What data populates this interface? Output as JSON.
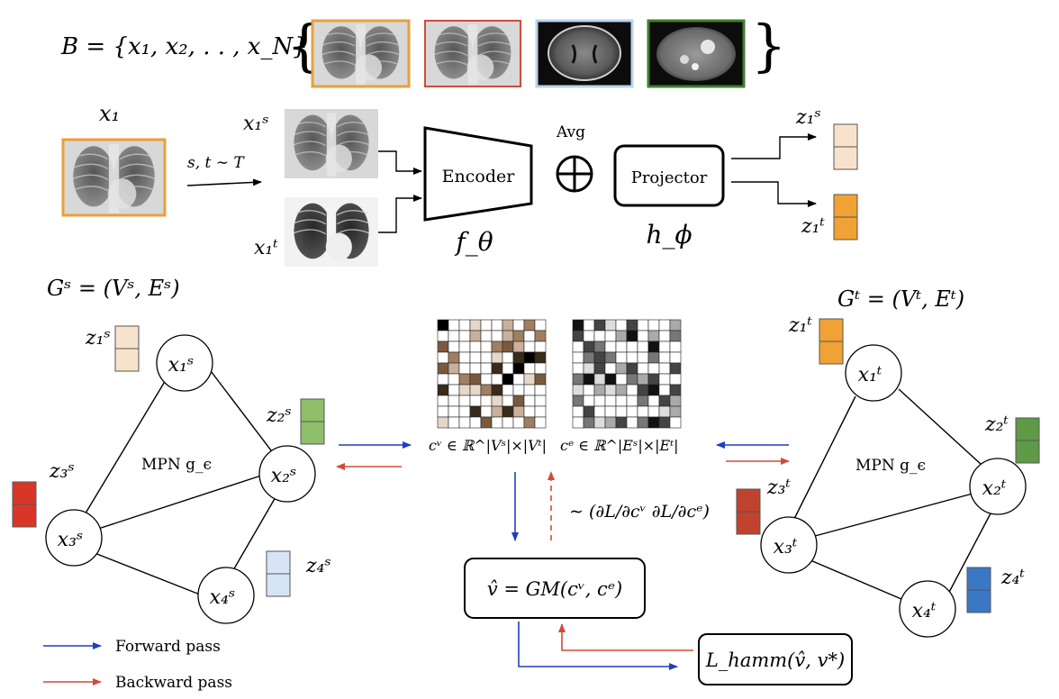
{
  "batch": {
    "label_math": "B = {x₁, x₂, . . , x_N}",
    "thumbs": [
      {
        "kind": "chest x-ray",
        "border": "#e8a03a"
      },
      {
        "kind": "chest x-ray",
        "border": "#d04b3c"
      },
      {
        "kind": "brain MRI",
        "border": "#b9d3ec"
      },
      {
        "kind": "abdominal CT",
        "border": "#3f7f2f"
      }
    ]
  },
  "pipeline": {
    "x1_label": "x₁",
    "aug_label": "s, t ∼ T",
    "xs_label": "x₁ˢ",
    "xt_label": "x₁ᵗ",
    "encoder_label": "Encoder",
    "encoder_fn": "f_θ",
    "avg_label": "Avg",
    "projector_label": "Projector",
    "projector_fn": "h_ϕ",
    "zs_label": "z₁ˢ",
    "zt_label": "z₁ᵗ"
  },
  "graph_s": {
    "title": "Gˢ = (Vˢ, Eˢ)",
    "mpn_label": "MPN g_ϵ",
    "nodes": [
      "x₁ˢ",
      "x₂ˢ",
      "x₃ˢ",
      "x₄ˢ"
    ],
    "embeds": [
      "z₁ˢ",
      "z₂ˢ",
      "z₃ˢ",
      "z₄ˢ"
    ],
    "colors": [
      "#f7e3cc",
      "#8fbf6a",
      "#d9362a",
      "#d6e4f3"
    ]
  },
  "graph_t": {
    "title": "Gᵗ = (Vᵗ, Eᵗ)",
    "mpn_label": "MPN g_ϵ",
    "nodes": [
      "x₁ᵗ",
      "x₂ᵗ",
      "x₃ᵗ",
      "x₄ᵗ"
    ],
    "embeds": [
      "z₁ᵗ",
      "z₂ᵗ",
      "z₃ᵗ",
      "z₄ᵗ"
    ],
    "colors": [
      "#f0a234",
      "#5f9a47",
      "#c0432e",
      "#3b78c4"
    ]
  },
  "center": {
    "cv_label": "cᵛ ∈ ℝ^|Vˢ|×|Vᵗ|",
    "ce_label": "cᵉ ∈ ℝ^|Eˢ|×|Eᵗ|",
    "grad_label": "∼ (∂L/∂cᵛ  ∂L/∂cᵉ)",
    "gm_label": "v̂ = GM(cᵛ, cᵉ)",
    "loss_label": "L_hamm(v̂, v*)"
  },
  "legend": {
    "forward_label": "Forward pass",
    "backward_label": "Backward pass",
    "forward_color": "#1f3fbf",
    "backward_color": "#d04b3c"
  }
}
